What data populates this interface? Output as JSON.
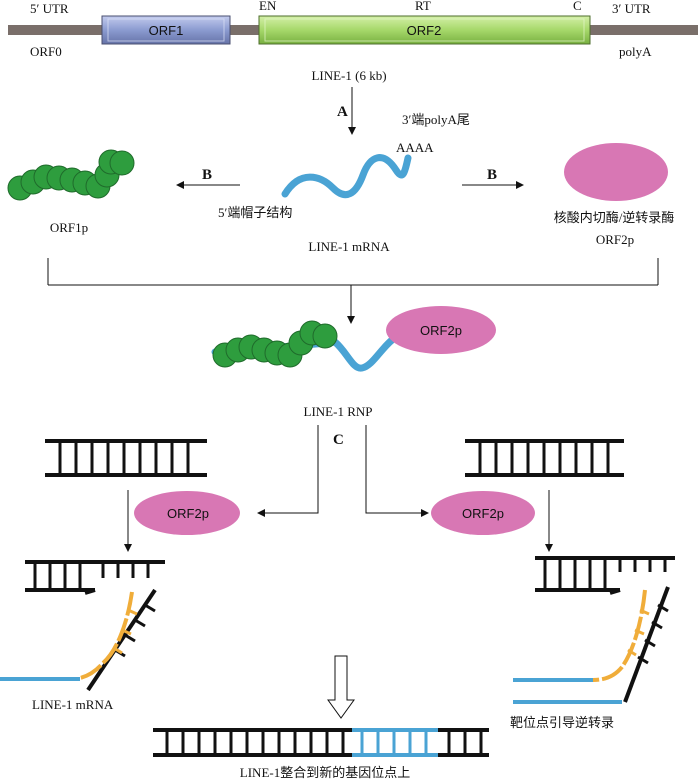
{
  "gene_map": {
    "utr5": "5′ UTR",
    "orf0": "ORF0",
    "orf1": "ORF1",
    "en": "EN",
    "rt": "RT",
    "c": "C",
    "orf2": "ORF2",
    "utr3": "3′ UTR",
    "polya": "polyA",
    "line1_6kb": "LINE-1 (6 kb)"
  },
  "step_labels": {
    "a": "A",
    "b_left": "B",
    "b_right": "B",
    "c": "C"
  },
  "mrna": {
    "polya_tail": "3′端polyA尾",
    "aaaa": "AAAA",
    "cap": "5′端帽子结构",
    "name": "LINE-1 mRNA"
  },
  "orf1p": "ORF1p",
  "orf2p_block": {
    "desc": "核酸内切酶/逆转录酶",
    "name": "ORF2p"
  },
  "rnp": {
    "orf2p": "ORF2p",
    "name": "LINE-1 RNP"
  },
  "lower": {
    "orf2p_left": "ORF2p",
    "orf2p_right": "ORF2p",
    "mrna_left": "LINE-1 mRNA",
    "tprt": "靶位点引导逆转录",
    "integration": "LINE-1整合到新的基因位点上"
  },
  "colors": {
    "orf1_box": "#8b9bd0",
    "orf2_box": "#a6d86a",
    "backbone": "#7a6f6a",
    "orf1p_bead": "#2e9d3e",
    "orf2p": "#d877b4",
    "mrna": "#4aa3d4",
    "cdna": "#f0ad3a",
    "dna": "#111111"
  }
}
